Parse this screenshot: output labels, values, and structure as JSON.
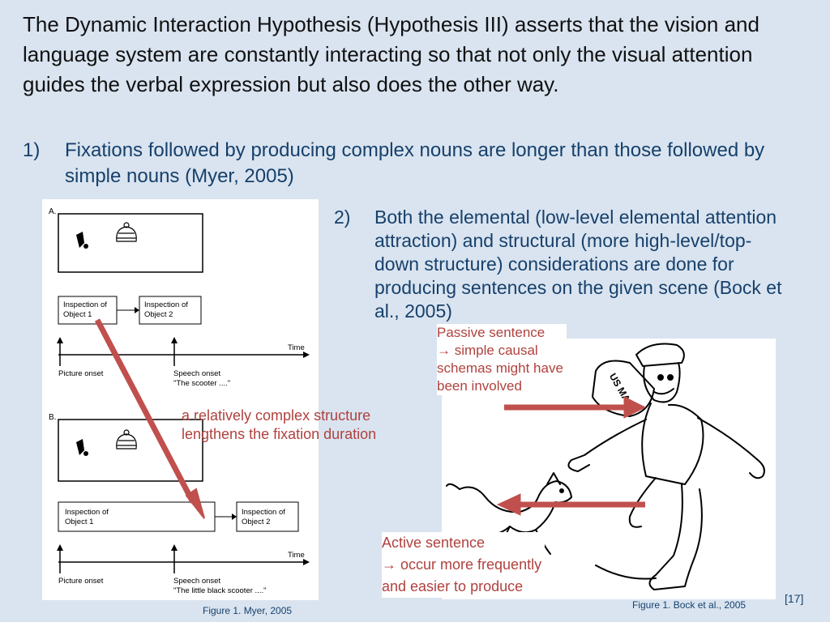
{
  "intro": "The Dynamic Interaction Hypothesis (Hypothesis III) asserts that the vision and language system are constantly interacting so that not only the visual attention guides the verbal expression but also does the other way.",
  "points": [
    {
      "num": "1)",
      "text": "Fixations followed by producing complex nouns are longer than those followed by simple nouns (Myer, 2005)"
    },
    {
      "num": "2)",
      "text": "Both the elemental (low-level elemental attention attraction) and structural (more high-level/top-down structure) considerations are done for producing sentences on the given scene (Bock et al., 2005)"
    }
  ],
  "figure_left": {
    "panel_a": "A.",
    "panel_b": "B.",
    "box_obj1": "Inspection of Object 1",
    "box_obj2": "Inspection of Object 2",
    "time": "Time",
    "picture_onset": "Picture onset",
    "speech_onset": "Speech onset",
    "quote_a": "\"The scooter ....\"",
    "quote_b": "\"The little black scooter ....\"",
    "caption": "Figure 1. Myer, 2005"
  },
  "figure_right": {
    "mail_bag_text": "US MAIL",
    "caption": "Figure 1. Bock et al., 2005"
  },
  "annotations": {
    "complex": [
      "a relatively complex structure",
      "lengthens the fixation duration"
    ],
    "passive": [
      "Passive sentence",
      "→ simple causal",
      "schemas might have",
      "been involved"
    ],
    "active": [
      "Active sentence",
      "→ occur more frequently",
      "and easier to produce"
    ]
  },
  "reference": "[17]",
  "colors": {
    "background": "#d9e4f0",
    "heading_text": "#111111",
    "point_text": "#17406b",
    "annotation": "#b0413e",
    "arrow": "#c0504d"
  }
}
